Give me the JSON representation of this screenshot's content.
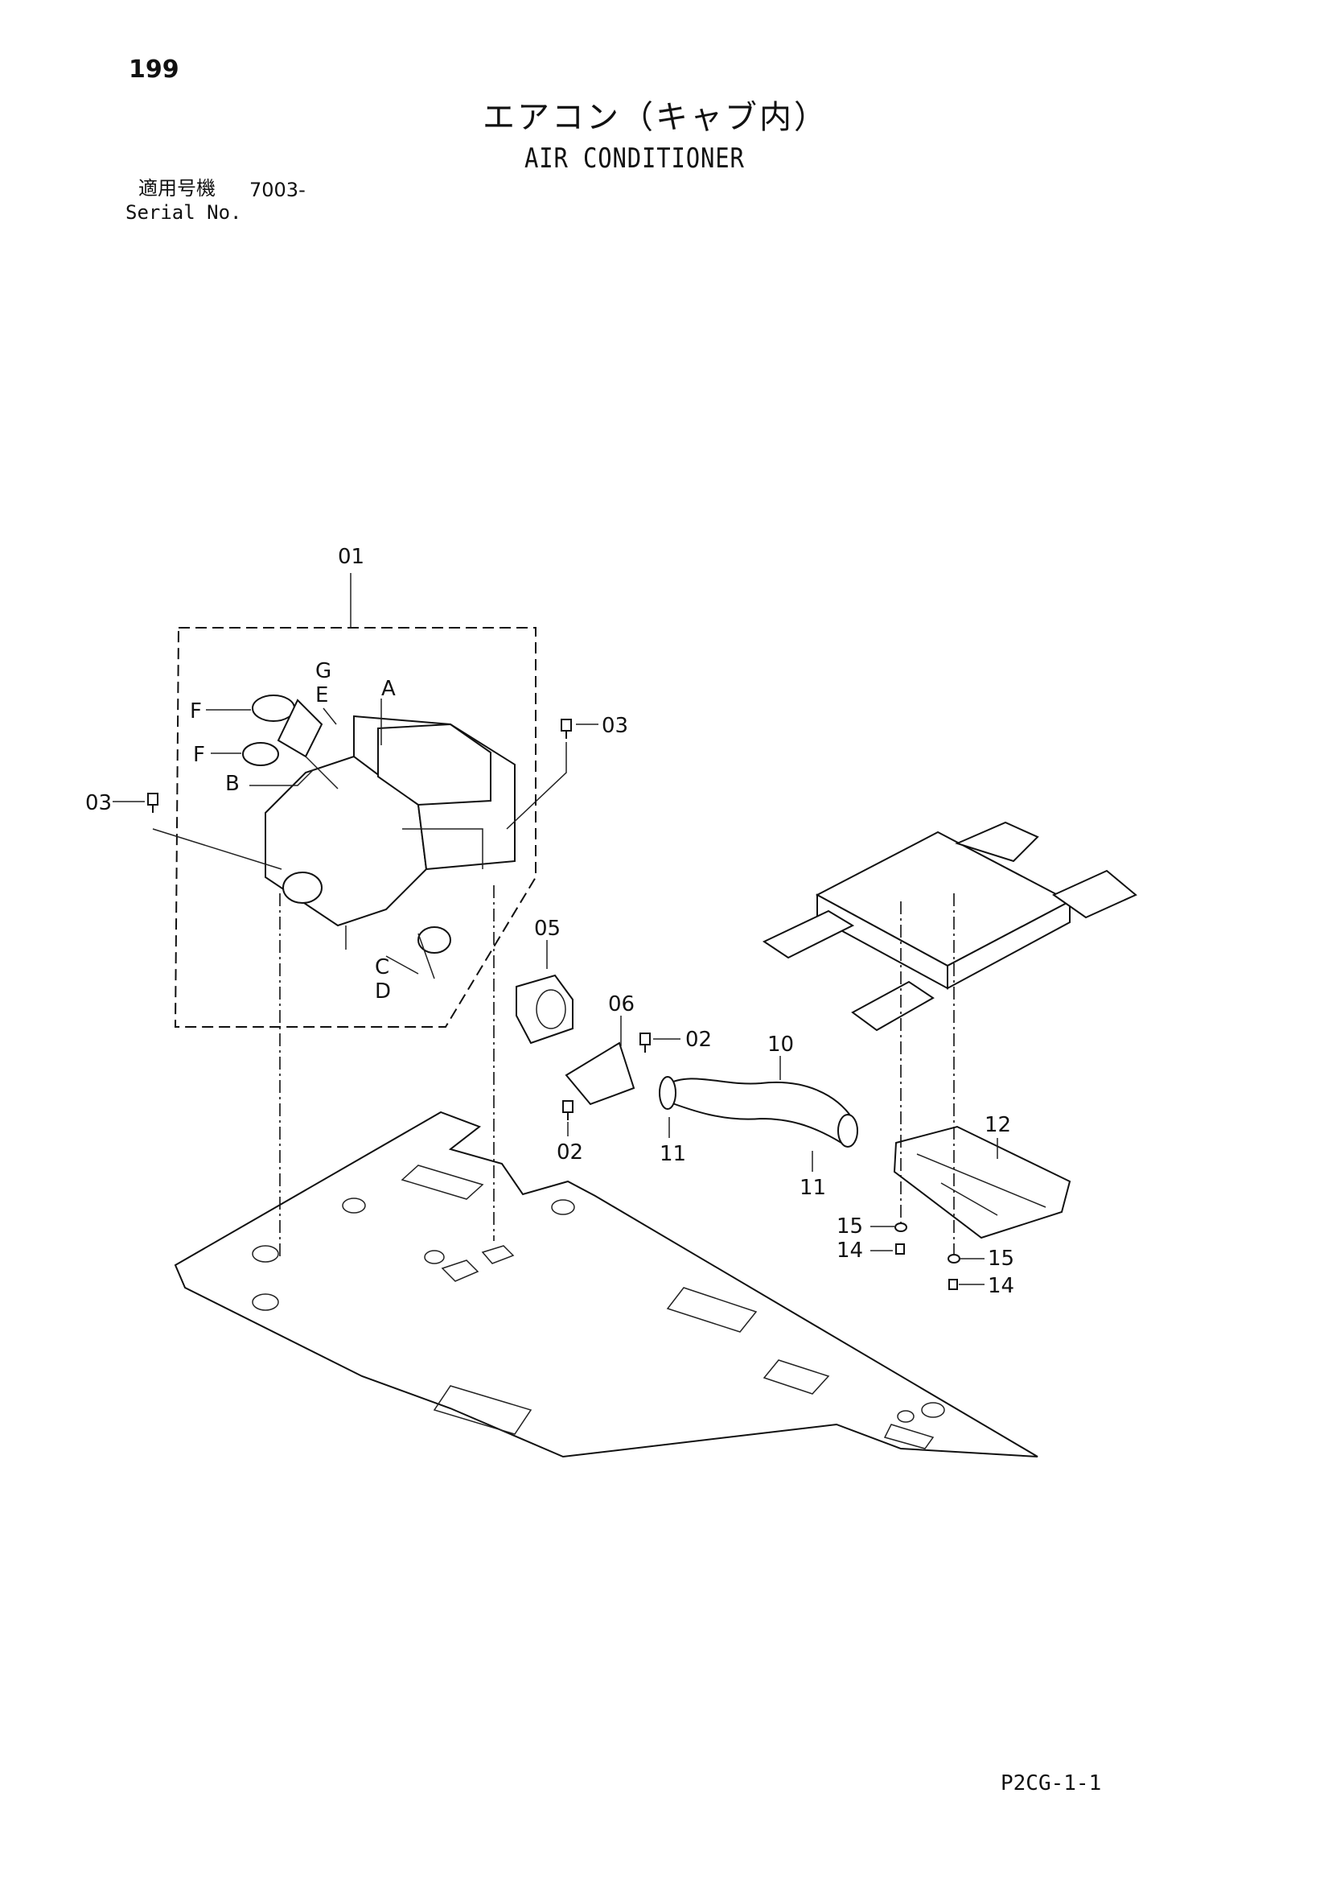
{
  "header": {
    "page_number": "199",
    "title_jp": "エアコン（キャブ内）",
    "title_en": "AIR CONDITIONER",
    "serial_label_jp": "適用号機",
    "serial_range": "7003-",
    "serial_label_en": "Serial No."
  },
  "footer": {
    "page_code": "P2CG-1-1"
  },
  "callouts": {
    "c01": "01",
    "cA": "A",
    "cB": "B",
    "cC": "C",
    "cD": "D",
    "cE": "E",
    "cF1": "F",
    "cF2": "F",
    "cG": "G",
    "c03a": "03",
    "c03b": "03",
    "c05": "05",
    "c06": "06",
    "c02a": "02",
    "c02b": "02",
    "c10": "10",
    "c11a": "11",
    "c11b": "11",
    "c12": "12",
    "c15a": "15",
    "c15b": "15",
    "c14a": "14",
    "c14b": "14"
  }
}
